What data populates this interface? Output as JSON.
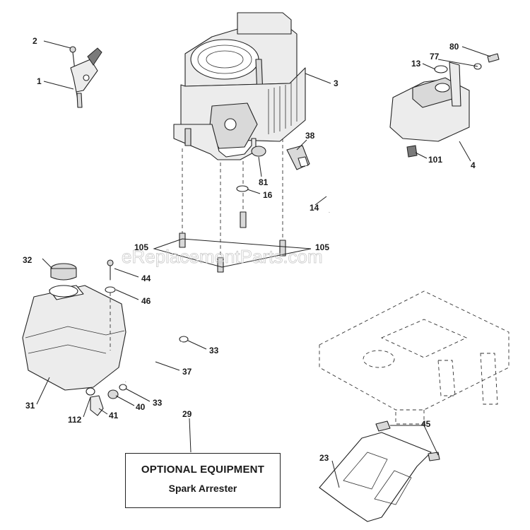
{
  "watermark": "eReplacementParts.com",
  "part_labels": {
    "p1": "1",
    "p2": "2",
    "p3": "3",
    "p4": "4",
    "p13": "13",
    "p14": "14",
    "p16": "16",
    "p23": "23",
    "p29": "29",
    "p31": "31",
    "p32": "32",
    "p33a": "33",
    "p33b": "33",
    "p37": "37",
    "p38": "38",
    "p40": "40",
    "p41": "41",
    "p44": "44",
    "p45": "45",
    "p46": "46",
    "p77": "77",
    "p80": "80",
    "p81": "81",
    "p101": "101",
    "p105a": "105",
    "p105b": "105",
    "p112": "112"
  },
  "optional_box": {
    "title": "OPTIONAL EQUIPMENT",
    "item": "Spark Arrester"
  }
}
